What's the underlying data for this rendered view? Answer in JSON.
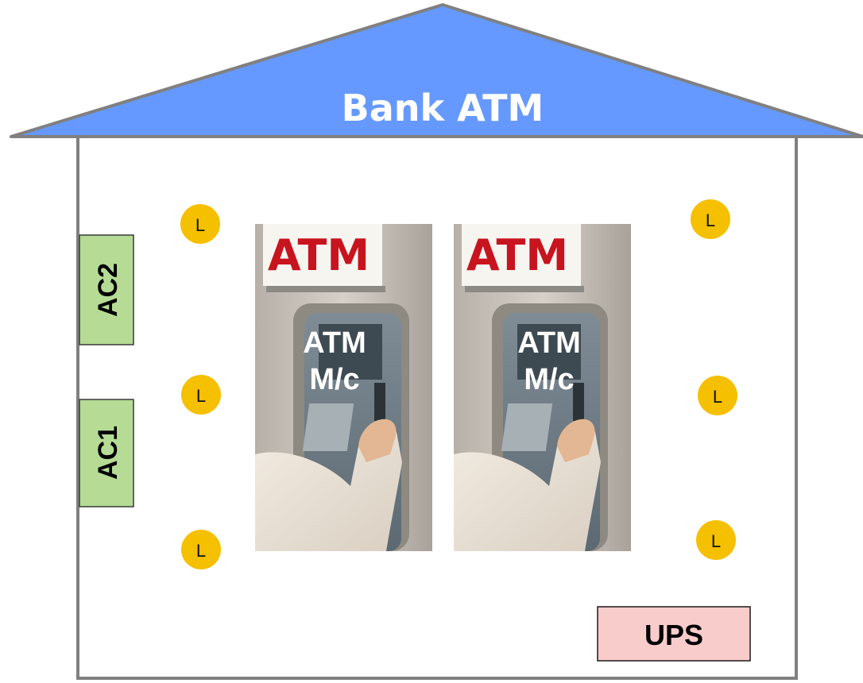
{
  "title": "Bank ATM",
  "lamps": [
    {
      "id": "lamp-1",
      "label": "L"
    },
    {
      "id": "lamp-2",
      "label": "L"
    },
    {
      "id": "lamp-3",
      "label": "L"
    },
    {
      "id": "lamp-4",
      "label": "L"
    },
    {
      "id": "lamp-5",
      "label": "L"
    },
    {
      "id": "lamp-6",
      "label": "L"
    }
  ],
  "ac_units": [
    {
      "label": "AC2"
    },
    {
      "label": "AC1"
    }
  ],
  "ups": {
    "label": "UPS"
  },
  "atm_machines": [
    {
      "sign": "ATM",
      "label_line1": "ATM",
      "label_line2": "M/c"
    },
    {
      "sign": "ATM",
      "label_line1": "ATM",
      "label_line2": "M/c"
    }
  ],
  "colors": {
    "roof": "#6699ff",
    "wall_stroke": "#808080",
    "lamp": "#f5c000",
    "ac_fill": "#b5db95",
    "ups_fill": "#f9cccc"
  }
}
